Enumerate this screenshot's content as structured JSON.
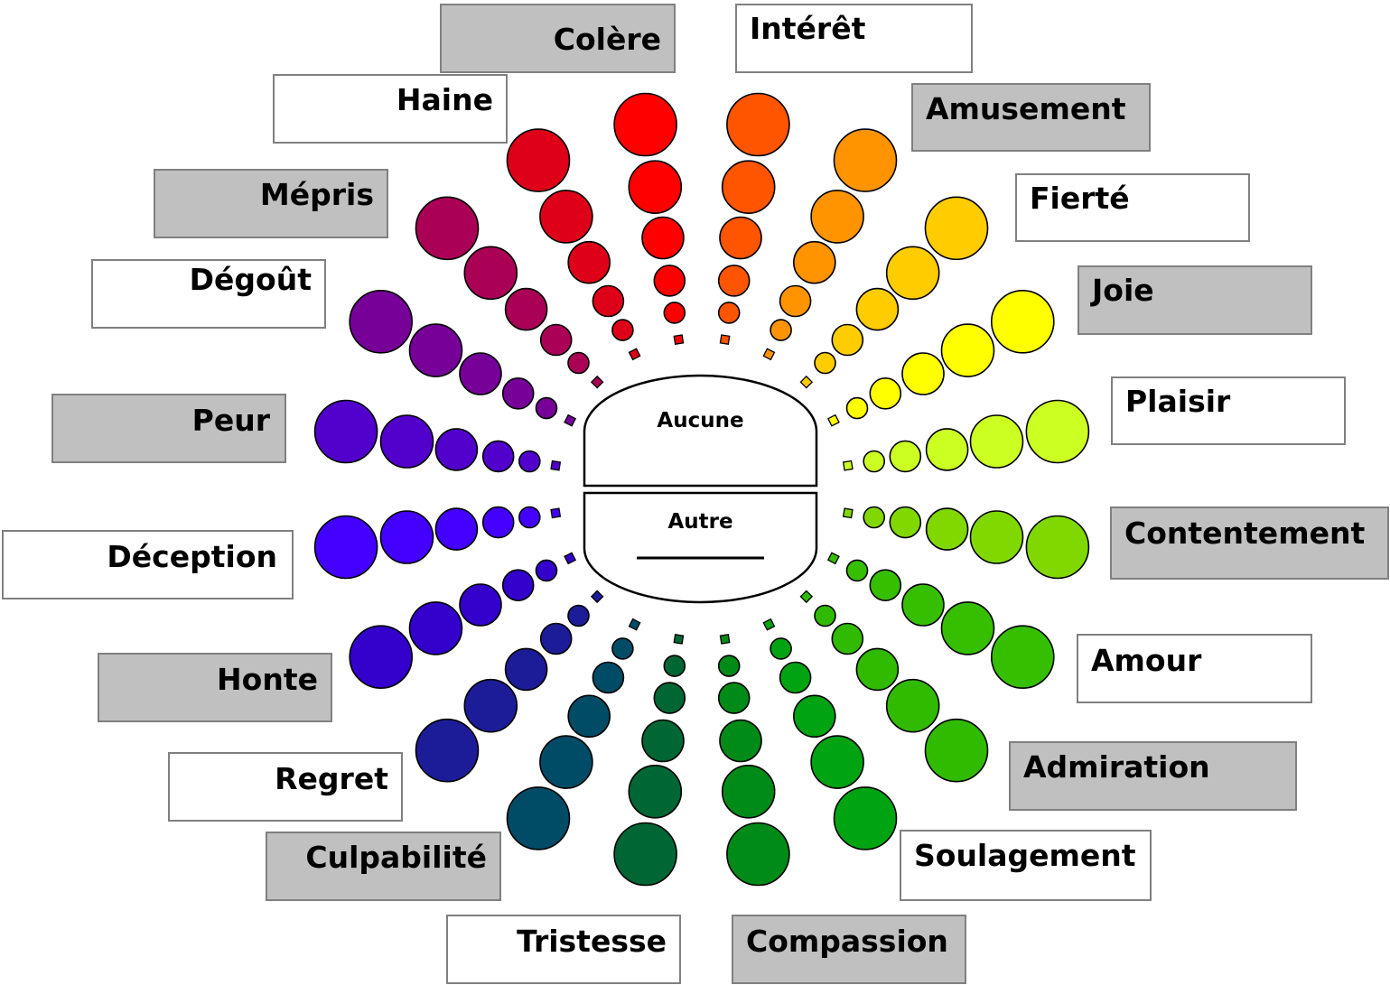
{
  "center": {
    "none_label": "Aucune",
    "other_label": "Autre"
  },
  "intensity_levels": 5,
  "emotions": [
    {
      "label": "Intérêt",
      "color": "#FF5500"
    },
    {
      "label": "Amusement",
      "color": "#FF9400"
    },
    {
      "label": "Fierté",
      "color": "#FFCC00"
    },
    {
      "label": "Joie",
      "color": "#FFFF00"
    },
    {
      "label": "Plaisir",
      "color": "#CCFF22"
    },
    {
      "label": "Contentement",
      "color": "#80D800"
    },
    {
      "label": "Amour",
      "color": "#36BE00"
    },
    {
      "label": "Admiration",
      "color": "#30BA00"
    },
    {
      "label": "Soulagement",
      "color": "#00A312"
    },
    {
      "label": "Compassion",
      "color": "#008A18"
    },
    {
      "label": "Tristesse",
      "color": "#006633"
    },
    {
      "label": "Culpabilité",
      "color": "#004C66"
    },
    {
      "label": "Regret",
      "color": "#1C1C99"
    },
    {
      "label": "Honte",
      "color": "#3300CC"
    },
    {
      "label": "Déception",
      "color": "#4400FF"
    },
    {
      "label": "Peur",
      "color": "#5200CC"
    },
    {
      "label": "Dégoût",
      "color": "#770099"
    },
    {
      "label": "Mépris",
      "color": "#AA0055"
    },
    {
      "label": "Haine",
      "color": "#DD0018"
    },
    {
      "label": "Colère",
      "color": "#FF0000"
    }
  ],
  "palette": {
    "label_border": "#808080",
    "label_fill_gray": "#C0C0C0",
    "label_fill_white": "#FFFFFF",
    "outline": "#000000"
  }
}
